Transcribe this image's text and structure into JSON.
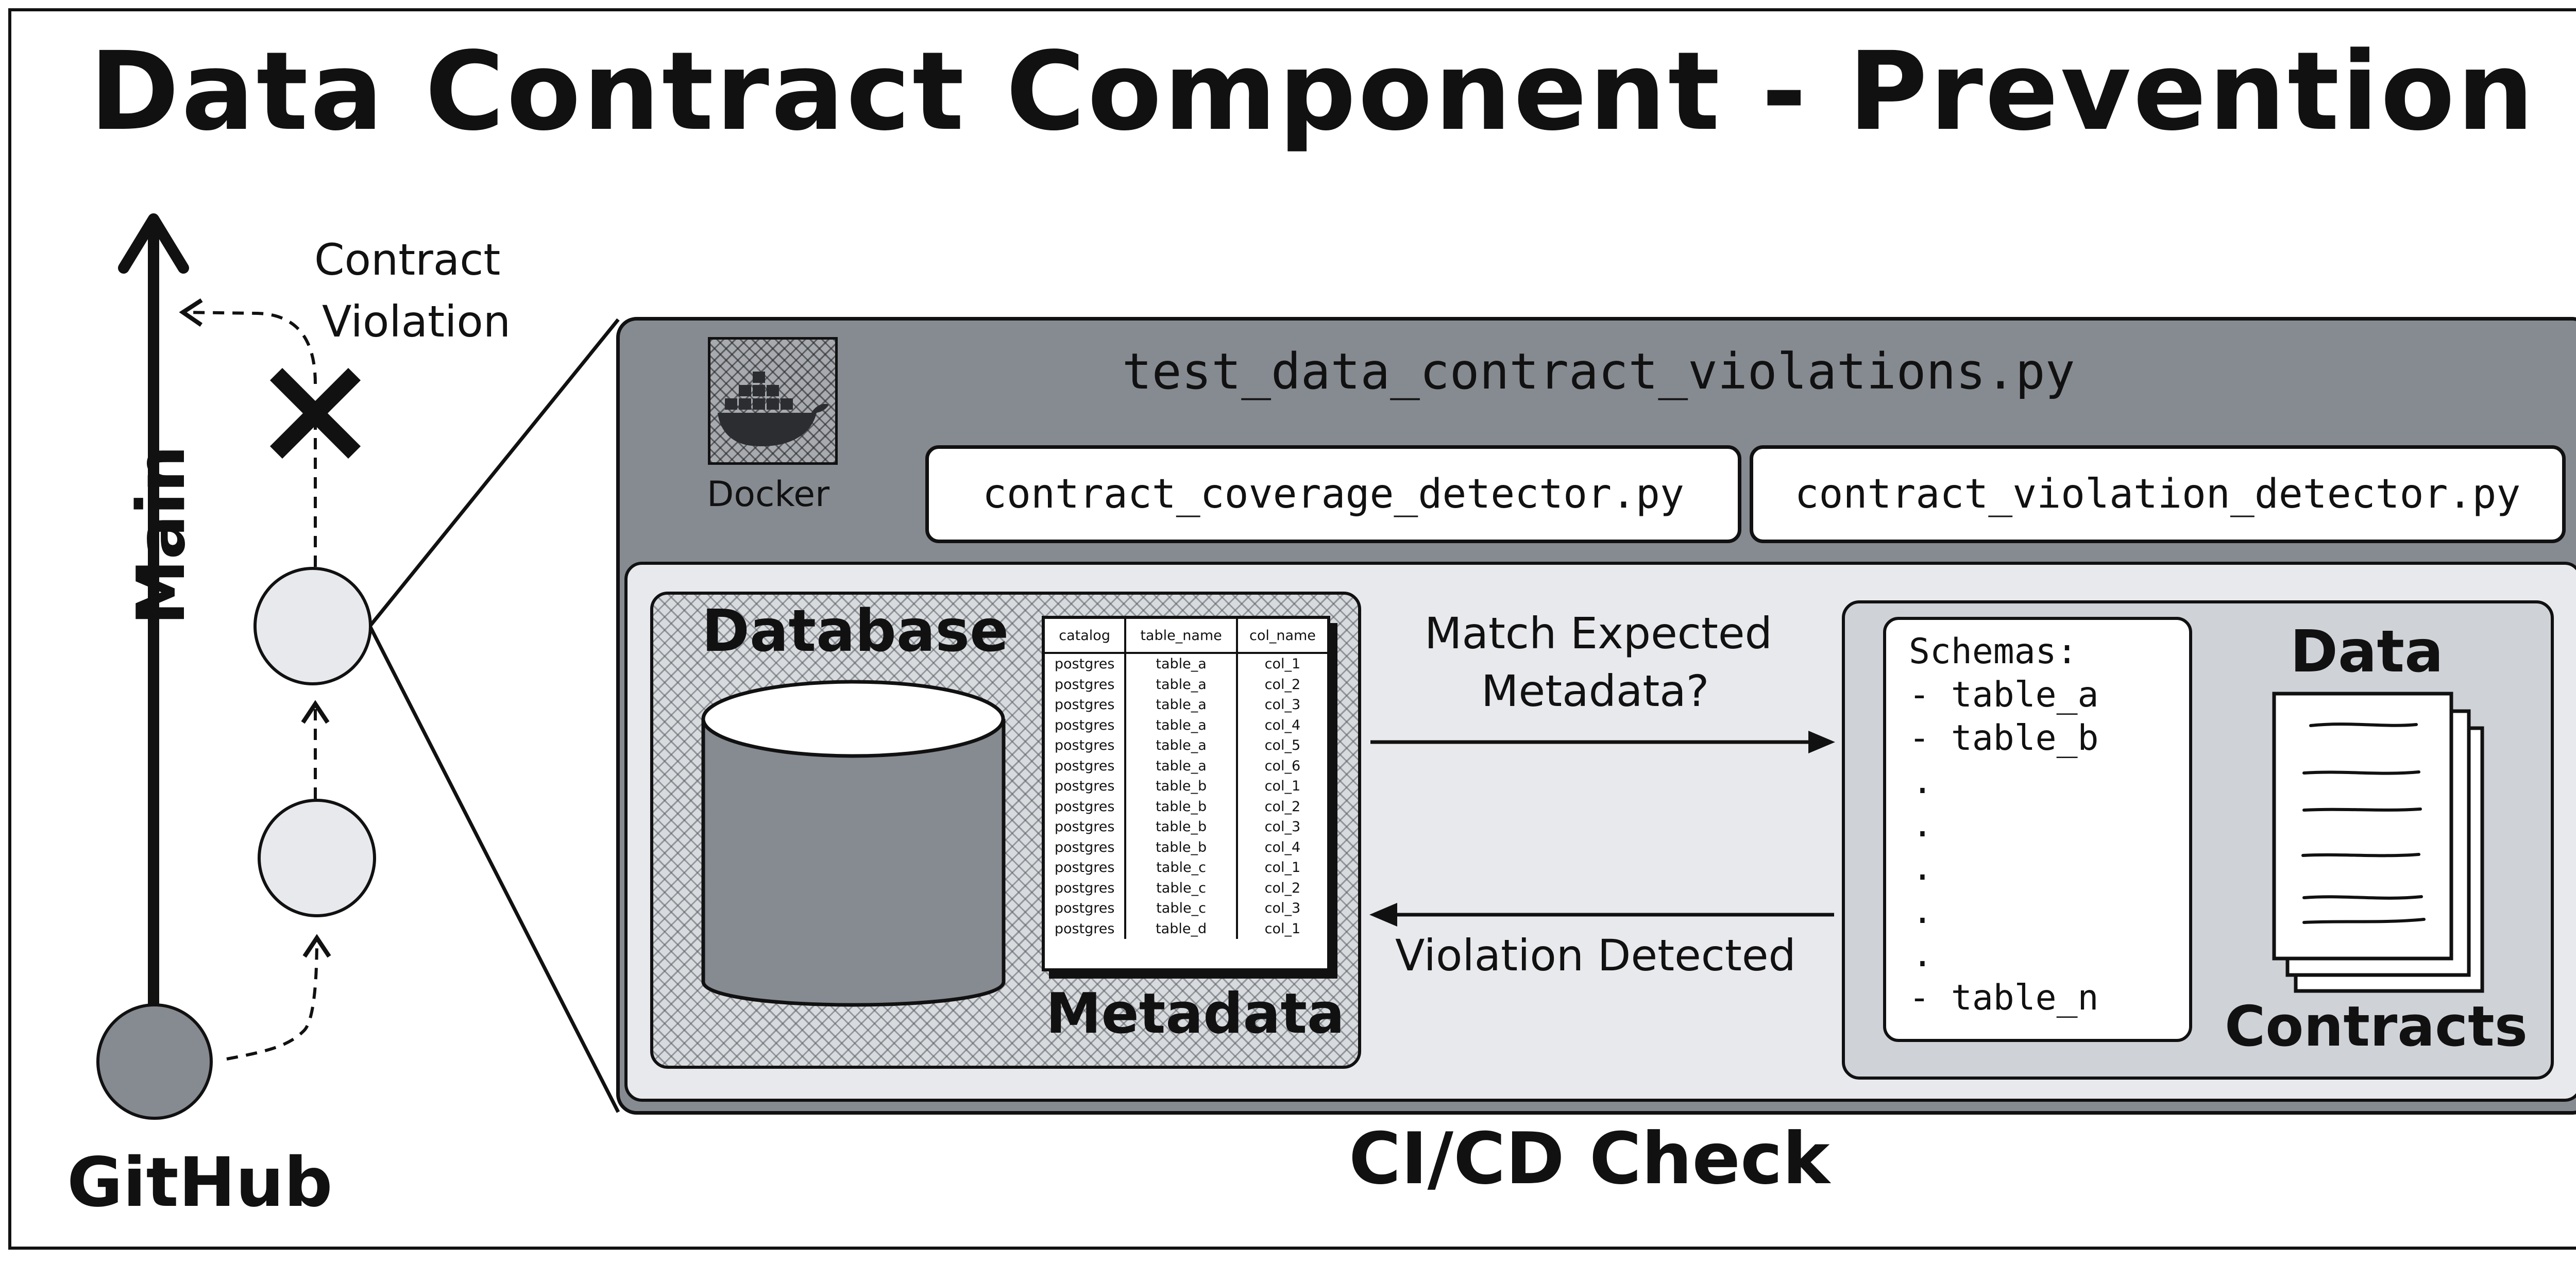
{
  "title": "Data Contract Component - Prevention",
  "github": {
    "main_label": "Main",
    "github_label": "GitHub",
    "violation_label_line1": "Contract",
    "violation_label_line2": "Violation"
  },
  "ci": {
    "label": "CI/CD Check",
    "docker_label": "Docker",
    "test_file": "test_data_contract_violations.py",
    "coverage_file": "contract_coverage_detector.py",
    "violation_file": "contract_violation_detector.py"
  },
  "database": {
    "label": "Database",
    "metadata_label": "Metadata",
    "columns": [
      "catalog",
      "table_name",
      "col_name"
    ],
    "rows": [
      [
        "postgres",
        "table_a",
        "col_1"
      ],
      [
        "postgres",
        "table_a",
        "col_2"
      ],
      [
        "postgres",
        "table_a",
        "col_3"
      ],
      [
        "postgres",
        "table_a",
        "col_4"
      ],
      [
        "postgres",
        "table_a",
        "col_5"
      ],
      [
        "postgres",
        "table_a",
        "col_6"
      ],
      [
        "postgres",
        "table_b",
        "col_1"
      ],
      [
        "postgres",
        "table_b",
        "col_2"
      ],
      [
        "postgres",
        "table_b",
        "col_3"
      ],
      [
        "postgres",
        "table_b",
        "col_4"
      ],
      [
        "postgres",
        "table_c",
        "col_1"
      ],
      [
        "postgres",
        "table_c",
        "col_2"
      ],
      [
        "postgres",
        "table_c",
        "col_3"
      ],
      [
        "postgres",
        "table_d",
        "col_1"
      ]
    ]
  },
  "flow": {
    "match_line1": "Match Expected",
    "match_line2": "Metadata?",
    "violation_detected": "Violation Detected"
  },
  "contracts": {
    "schemas_header": "Schemas:",
    "schemas_list": [
      "- table_a",
      "- table_b",
      ".",
      ".",
      ".",
      ".",
      ".",
      "- table_n"
    ],
    "data_label": "Data",
    "contracts_label": "Contracts"
  },
  "colors": {
    "outer_panel": "#868b91",
    "inner_panel": "#e7e9ec",
    "cylinder": "#868b91",
    "commit_filled": "#868b91",
    "commit_light": "#e7e9ec"
  }
}
